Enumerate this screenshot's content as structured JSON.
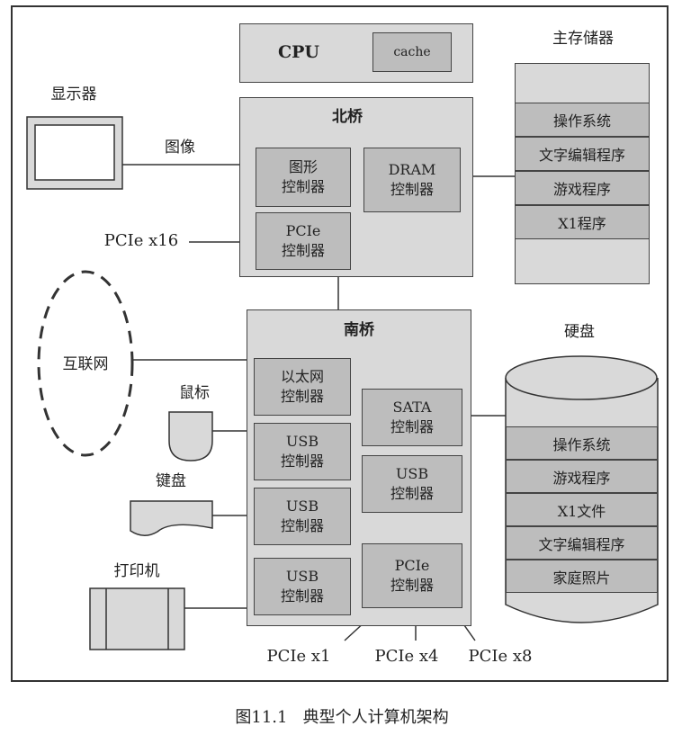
{
  "cpu": {
    "label": "CPU",
    "cache": "cache"
  },
  "north_bridge": {
    "title": "北桥",
    "graphics_controller": "图形\n控制器",
    "dram_controller": "DRAM\n控制器",
    "pcie_controller": "PCIe\n控制器"
  },
  "south_bridge": {
    "title": "南桥",
    "ethernet_controller": "以太网\n控制器",
    "usb_controller_1": "USB\n控制器",
    "usb_controller_2": "USB\n控制器",
    "usb_controller_3": "USB\n控制器",
    "sata_controller": "SATA\n控制器",
    "usb_controller_4": "USB\n控制器",
    "pcie_controller": "PCIe\n控制器"
  },
  "main_memory": {
    "title": "主存储器",
    "rows": [
      "操作系统",
      "文字编辑程序",
      "游戏程序",
      "X1程序"
    ]
  },
  "disk": {
    "title": "硬盘",
    "rows": [
      "操作系统",
      "游戏程序",
      "X1文件",
      "文字编辑程序",
      "家庭照片"
    ]
  },
  "devices": {
    "display": "显示器",
    "image_link": "图像",
    "pcie_x16": "PCIe x16",
    "internet": "互联网",
    "mouse": "鼠标",
    "keyboard": "键盘",
    "printer": "打印机"
  },
  "pcie_slots": [
    "PCIe x1",
    "PCIe x4",
    "PCIe x8"
  ],
  "caption": "图11.1   典型个人计算机架构"
}
